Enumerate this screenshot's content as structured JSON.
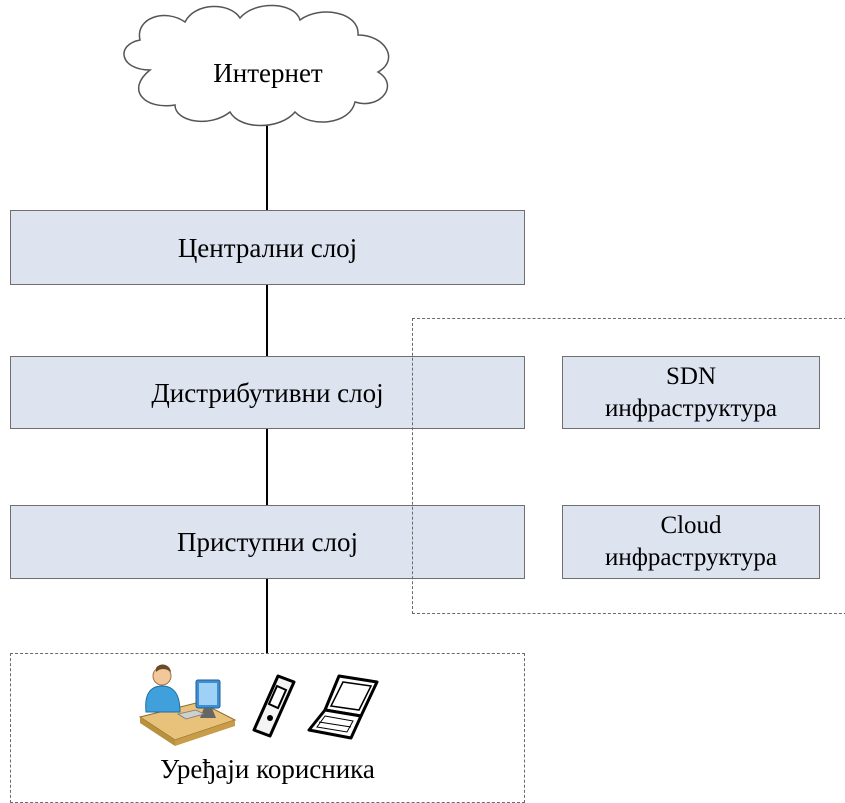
{
  "diagram": {
    "internet": {
      "label": "Интернет"
    },
    "layers": [
      {
        "label": "Централни слој"
      },
      {
        "label": "Дистрибутивни слој"
      },
      {
        "label": "Приступни слој"
      }
    ],
    "side_boxes": [
      {
        "line1": "SDN",
        "line2": "инфраструктура"
      },
      {
        "line1": "Cloud",
        "line2": "инфраструктура"
      }
    ],
    "user_devices": {
      "label": "Уређаји корисника",
      "icons": [
        "user-workstation-icon",
        "mobile-phone-icon",
        "laptop-icon"
      ]
    }
  },
  "colors": {
    "layer_fill": "#dde4f0",
    "border": "#6f6f6f",
    "connector": "#000000"
  }
}
